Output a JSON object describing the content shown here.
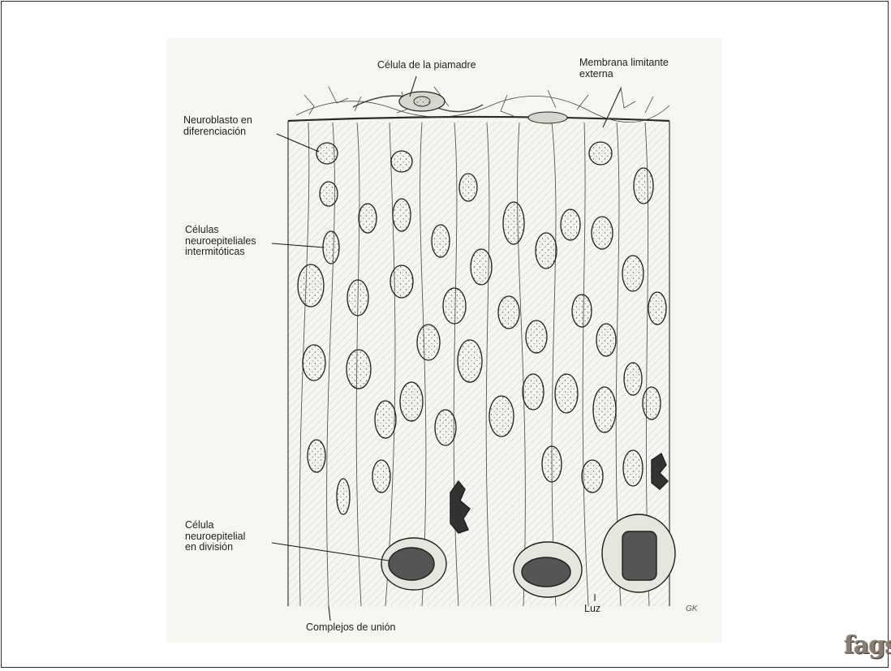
{
  "diagram": {
    "labels": {
      "pia_cell": "Célula de la piamadre",
      "membrane": "Membrana limitante\nexterna",
      "neuroblast": "Neuroblasto en\ndiferenciación",
      "intermitotic": "Células\nneuroepiteliales\nintermitóticas",
      "dividing": "Célula\nneuroepitelial\nen división",
      "junctions": "Complejos de unión",
      "lumen": "Luz",
      "signature": "GK"
    }
  },
  "watermark": {
    "text": "fags"
  },
  "colors": {
    "ink": "#1e1e1e",
    "paper": "#f6f6f1",
    "frame": "#2b2b2b"
  }
}
